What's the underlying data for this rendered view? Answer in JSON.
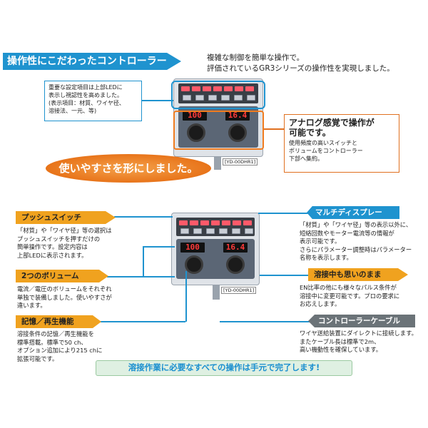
{
  "header": {
    "banner": "操作性にこだわったコントローラー",
    "intro_lines": [
      "複雑な制御を簡単な操作で。",
      "評価されているGR3シリーズの操作性を実現しました。"
    ]
  },
  "top_note": {
    "lines": [
      "重要な設定項目は上部LEDに",
      "表示し視認性を高めました。",
      "(表示項目：材質、ワイヤ径、",
      "溶接法、一元、等)"
    ]
  },
  "analog": {
    "title_lines": [
      "アナログ感覚で操作が",
      "可能です。"
    ],
    "text_lines": [
      "使用頻度の高いスイッチと",
      "ボリュームをコントローラー",
      "下部へ集約。"
    ]
  },
  "slogan": "使いやすさを形にしました。",
  "device_top": {
    "left_display": "100",
    "right_display": "16.4",
    "model": "[YD-00DHR1]"
  },
  "device_bottom": {
    "left_display": "100",
    "right_display": "16.4",
    "model": "[YD-00DHR1]"
  },
  "features_left": [
    {
      "label": "プッシュスイッチ",
      "lines": [
        "「材質」や「ワイヤ径」等の選択は",
        "プッシュスイッチを押すだけの",
        "簡単操作です。設定内容は",
        "上部LEDに表示されます。"
      ]
    },
    {
      "label": "2つのボリューム",
      "lines": [
        "電流／電圧のボリュームをそれぞれ",
        "単独で装備しました。使いやすさが",
        "違います。"
      ]
    },
    {
      "label": "記憶／再生機能",
      "lines": [
        "溶接条件の記憶／再生機能を",
        "標準搭載。標準で50 ch、",
        "オプション追加により215 chに",
        "拡張可能です。"
      ]
    }
  ],
  "features_right": [
    {
      "label": "マルチディスプレー",
      "lines": [
        "「材質」や「ワイヤ径」等の表示以外に、",
        "短絡回数やモーター電流等の情報が",
        "表示可能です。",
        "さらにパラメーター調整時はパラメーター",
        "名称を表示します。"
      ]
    },
    {
      "label": "溶接中も思いのまま",
      "lines": [
        "EN比率の他にも様々なパルス条件が",
        "溶接中に変更可能です。プロの要求に",
        "お応えします。"
      ]
    },
    {
      "label": "コントローラーケーブル",
      "lines": [
        "ワイヤ送給装置にダイレクトに接続します。",
        "またケーブル長は標準で2m、",
        "高い機動性を確保しています。"
      ]
    }
  ],
  "footer": "溶接作業に必要なすべての操作は手元で完了します!",
  "colors": {
    "blue": "#1f93cf",
    "orange": "#f0a21f",
    "gray": "#6b7378"
  }
}
